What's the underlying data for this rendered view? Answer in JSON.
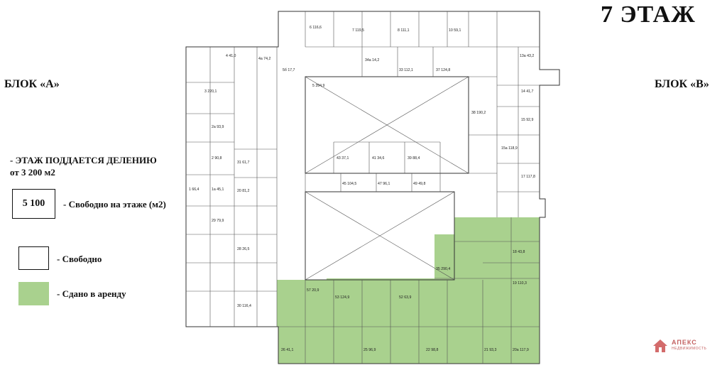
{
  "title": "7 ЭТАЖ",
  "block_a": "БЛОК «А»",
  "block_b": "БЛОК «В»",
  "info_line1": "- ЭТАЖ ПОДДАЕТСЯ ДЕЛЕНИЮ",
  "info_line2": "от 3 200 м2",
  "free_area_value": "5 100",
  "free_area_text": "- Свободно на этаже (м2)",
  "legend_free": "- Свободно",
  "legend_rented": "- Сдано в аренду",
  "colors": {
    "rented": "#a9d18e",
    "free": "#ffffff",
    "wall": "#333333"
  },
  "watermark_brand": "АПЕКС",
  "watermark_sub": "НЕДВИЖИМОСТЬ",
  "rooms": [
    {
      "id": "3",
      "area": "220,1"
    },
    {
      "id": "4",
      "area": "41,0"
    },
    {
      "id": "4а",
      "area": "74,2"
    },
    {
      "id": "5",
      "area": "394,9"
    },
    {
      "id": "5б",
      "area": "17,7"
    },
    {
      "id": "6",
      "area": "116,6"
    },
    {
      "id": "7",
      "area": "119,5"
    },
    {
      "id": "8",
      "area": "111,1"
    },
    {
      "id": "10",
      "area": "59,1"
    },
    {
      "id": "13а",
      "area": "43,2"
    },
    {
      "id": "14",
      "area": "41,7"
    },
    {
      "id": "15",
      "area": "92,9"
    },
    {
      "id": "15а",
      "area": "118,9"
    },
    {
      "id": "17",
      "area": "117,8"
    },
    {
      "id": "20",
      "area": "81,2"
    },
    {
      "id": "2а",
      "area": "93,9"
    },
    {
      "id": "2",
      "area": "90,8"
    },
    {
      "id": "1а",
      "area": "45,1"
    },
    {
      "id": "1",
      "area": "66,4"
    },
    {
      "id": "29",
      "area": "79,9"
    },
    {
      "id": "28",
      "area": "26,5"
    },
    {
      "id": "30",
      "area": "116,4"
    },
    {
      "id": "31",
      "area": "61,7"
    },
    {
      "id": "37",
      "area": "124,8"
    },
    {
      "id": "38",
      "area": "190,2"
    },
    {
      "id": "39",
      "area": "88,4"
    },
    {
      "id": "41",
      "area": "34,6"
    },
    {
      "id": "43",
      "area": "37,1"
    },
    {
      "id": "45",
      "area": "104,5"
    },
    {
      "id": "47",
      "area": "96,1"
    },
    {
      "id": "49",
      "area": "49,8"
    },
    {
      "id": "33",
      "area": "112,1"
    },
    {
      "id": "34а",
      "area": "14,2"
    },
    {
      "id": "35",
      "area": "290,4"
    },
    {
      "id": "19",
      "area": "110,3"
    },
    {
      "id": "18",
      "area": "43,8"
    },
    {
      "id": "53",
      "area": "124,9"
    },
    {
      "id": "52",
      "area": "63,9"
    },
    {
      "id": "57",
      "area": "20,9"
    },
    {
      "id": "26",
      "area": "41,1"
    },
    {
      "id": "25",
      "area": "96,9"
    },
    {
      "id": "22",
      "area": "98,8"
    },
    {
      "id": "21",
      "area": "93,3"
    },
    {
      "id": "20а",
      "area": "117,9"
    }
  ]
}
